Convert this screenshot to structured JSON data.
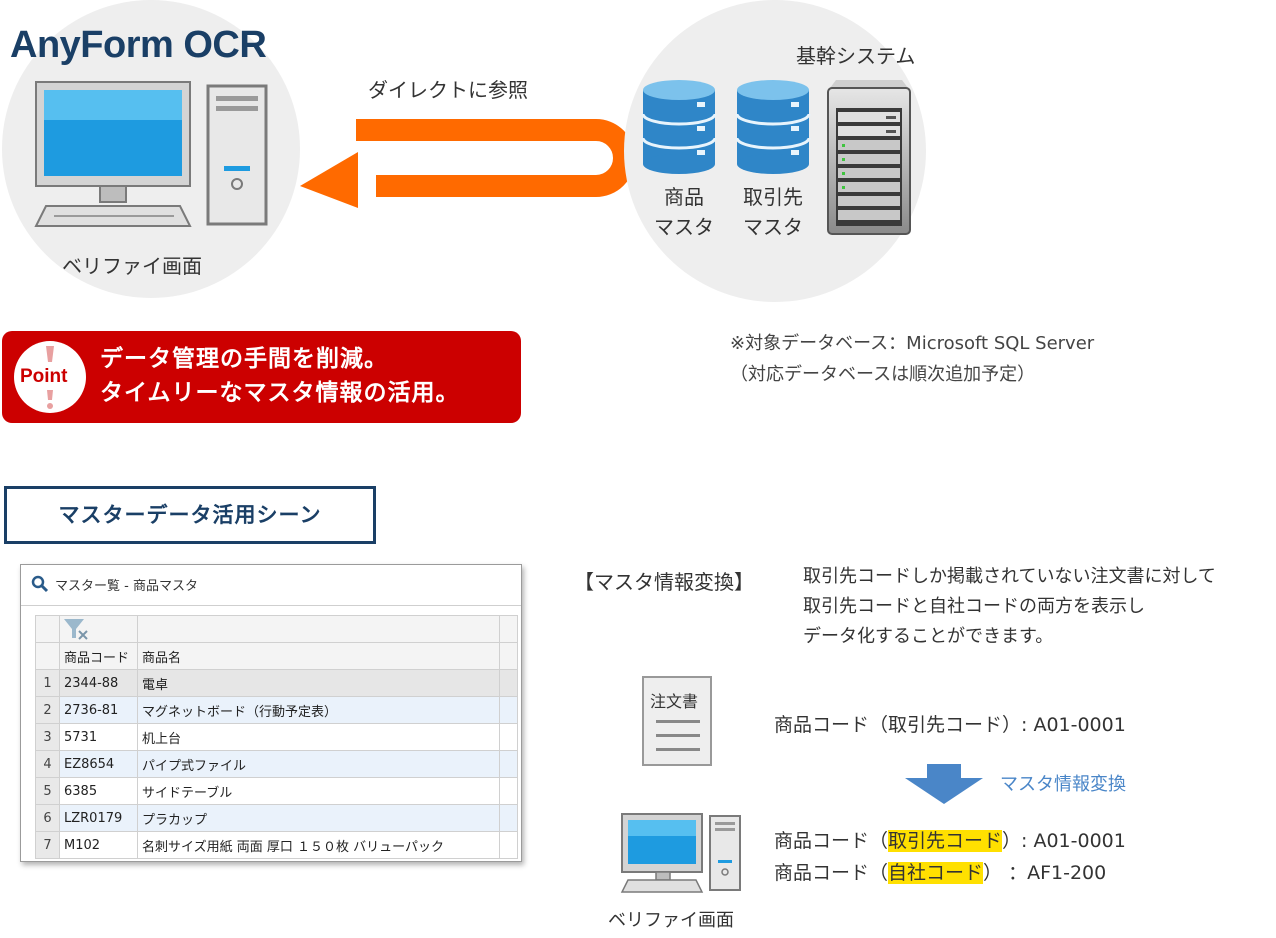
{
  "header": {
    "brand": "AnyForm OCR",
    "verify_caption": "ベリファイ画面",
    "arrow_label": "ダイレクトに参照",
    "system_title": "基幹システム",
    "db1_label_line1": "商品",
    "db1_label_line2": "マスタ",
    "db2_label_line1": "取引先",
    "db2_label_line2": "マスタ"
  },
  "point": {
    "word": "Point",
    "line1": "データ管理の手間を削減。",
    "line2": "タイムリーなマスタ情報の活用。"
  },
  "note": {
    "line1": "※対象データベース：Microsoft SQL Server",
    "line2": "（対応データベースは順次追加予定）"
  },
  "scene": {
    "title": "マスターデータ活用シーン"
  },
  "master_panel": {
    "title": "マスター覧 - 商品マスタ",
    "columns": [
      "商品コード",
      "商品名"
    ],
    "rows": [
      {
        "num": "1",
        "code": "2344-88",
        "name": "電卓"
      },
      {
        "num": "2",
        "code": "2736-81",
        "name": "マグネットボード（行動予定表）"
      },
      {
        "num": "3",
        "code": "5731",
        "name": "机上台"
      },
      {
        "num": "4",
        "code": "EZ8654",
        "name": "パイプ式ファイル"
      },
      {
        "num": "5",
        "code": "6385",
        "name": "サイドテーブル"
      },
      {
        "num": "6",
        "code": "LZR0179",
        "name": "プラカップ"
      },
      {
        "num": "7",
        "code": "M102",
        "name": "名刺サイズ用紙 両面 厚口 １５０枚 バリューパック"
      }
    ]
  },
  "feature": {
    "title": "【マスタ情報変換】",
    "desc_line1": "取引先コードしか掲載されていない注文書に対して",
    "desc_line2": "取引先コードと自社コードの両方を表示し",
    "desc_line3": "データ化することができます。",
    "doc_label": "注文書",
    "code_before": "商品コード（取引先コード）: A01-0001",
    "conversion_label": "マスタ情報変換",
    "after_prefix1": "商品コード（",
    "after_highlight1": "取引先コード",
    "after_suffix1": "）: A01-0001",
    "after_prefix2": "商品コード（",
    "after_highlight2": "自社コード",
    "after_suffix2": "） ：AF1-200",
    "verify_caption": "ベリファイ画面"
  },
  "colors": {
    "brand": "#1a3f66",
    "arrow": "#ff6a00",
    "point_bg": "#cc0000",
    "database": "#2f86c8",
    "highlight": "#ffe000",
    "conversion_arrow": "#4a86c8"
  }
}
